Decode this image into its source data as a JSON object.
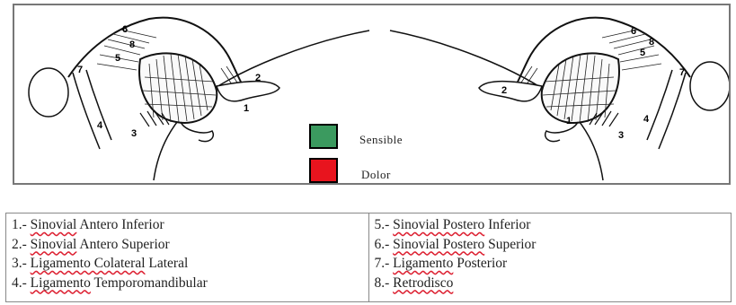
{
  "figure": {
    "left_numbers": [
      "1",
      "2",
      "3",
      "4",
      "5",
      "6",
      "7",
      "8"
    ],
    "right_numbers": [
      "1",
      "2",
      "3",
      "4",
      "5",
      "6",
      "7",
      "8"
    ],
    "legend": [
      {
        "label": "Sensible",
        "color": "#3b9a5f"
      },
      {
        "label": "Dolor",
        "color": "#e8141e"
      }
    ]
  },
  "key": {
    "left_column": [
      {
        "num": "1.-",
        "term": "Sinovial",
        "rest": "Antero Inferior"
      },
      {
        "num": "2.-",
        "term": "Sinovial",
        "rest": "Antero Superior"
      },
      {
        "num": "3.-",
        "term": "Ligamento Colateral",
        "rest": "Lateral"
      },
      {
        "num": "4.-",
        "term": "Ligamento",
        "rest": "Temporomandibular"
      }
    ],
    "right_column": [
      {
        "num": "5.-",
        "term": "Sinovial Postero",
        "rest": "Inferior"
      },
      {
        "num": "6.-",
        "term": "Sinovial Postero",
        "rest": "Superior"
      },
      {
        "num": "7.-",
        "term": "Ligamento",
        "rest": "Posterior"
      },
      {
        "num": "8.-",
        "term": "Retrodisco",
        "rest": ""
      }
    ]
  }
}
